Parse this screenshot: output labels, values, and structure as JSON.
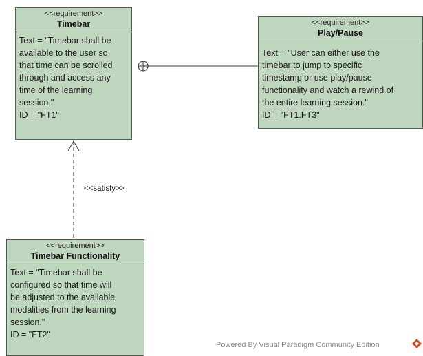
{
  "diagram": {
    "requirements": [
      {
        "stereotype": "<<requirement>>",
        "name": "Timebar",
        "text_lines": [
          "Text = \"Timebar shall be",
          "available to the user so",
          "that time can be scrolled",
          "through and access any",
          "time of the learning",
          "session.\""
        ],
        "id_line": "ID = \"FT1\""
      },
      {
        "stereotype": "<<requirement>>",
        "name": "Play/Pause",
        "text_lines": [
          "Text = \"User can either use the",
          "timebar to jump to specific",
          "timestamp or use play/pause",
          "functionality and watch a rewind of",
          "the entire learning session.\""
        ],
        "id_line": "ID = \"FT1.FT3\""
      },
      {
        "stereotype": "<<requirement>>",
        "name": "Timebar Functionality",
        "text_lines": [
          "Text = \"Timebar shall be",
          "configured so that time will",
          "be adjusted to the available",
          "modalities from the learning",
          "session.\""
        ],
        "id_line": "ID = \"FT2\""
      }
    ],
    "relationships": [
      {
        "type": "containment",
        "from": "Timebar",
        "to": "Play/Pause"
      },
      {
        "type": "satisfy",
        "label": "<<satisfy>>",
        "from": "Timebar Functionality",
        "to": "Timebar"
      }
    ],
    "watermark": "Powered By  Visual Paradigm Community Edition",
    "colors": {
      "box_fill": "#bfd6bf",
      "box_border": "#4d5b4d",
      "line": "#333333",
      "logo": "#d64b2a"
    }
  }
}
